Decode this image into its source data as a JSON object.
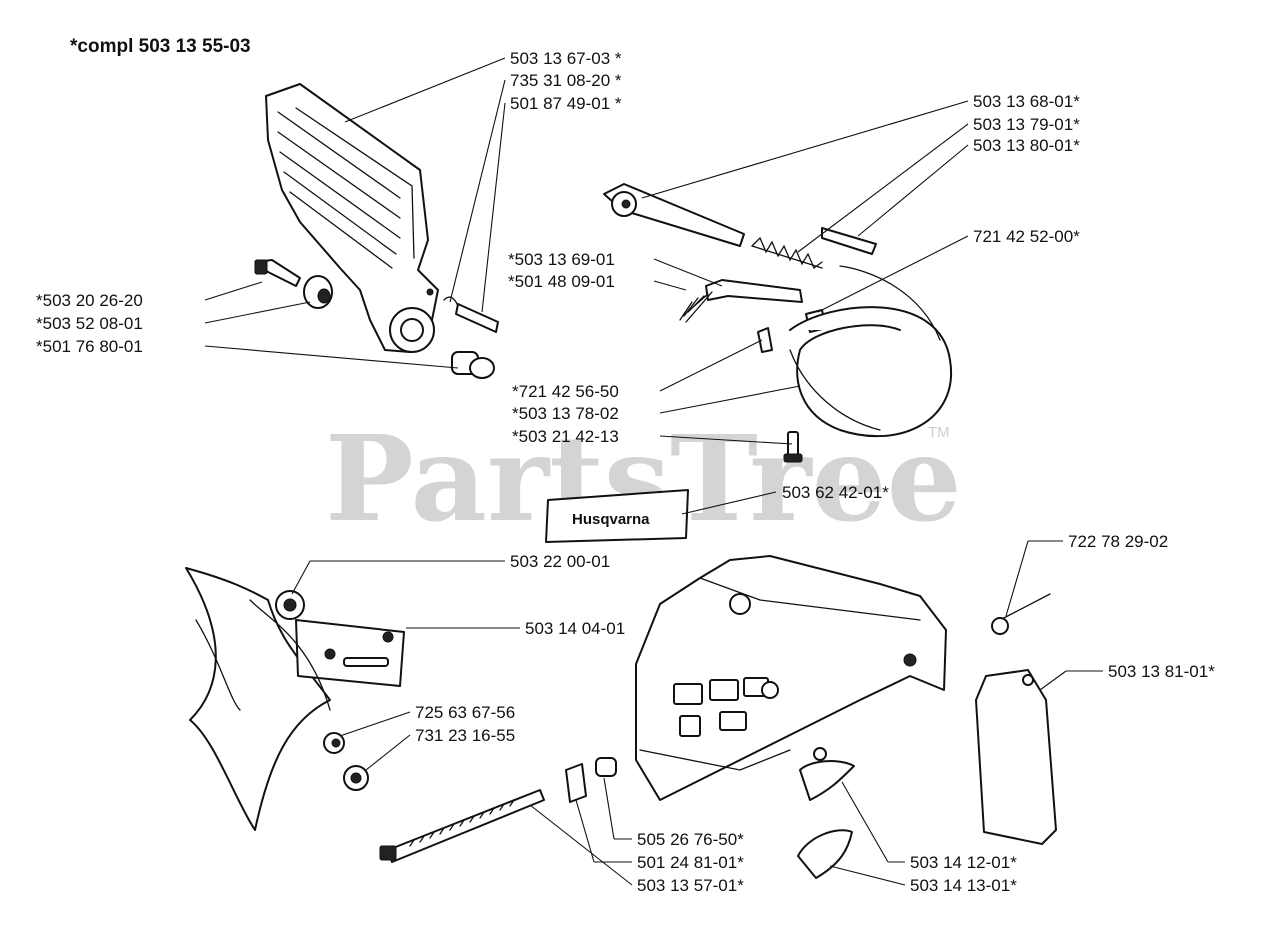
{
  "diagram": {
    "title": "*compl 503 13 55-03",
    "watermark": "PartsTree",
    "watermark_tm": "TM",
    "decal_brand": "Husqvarna",
    "labels": [
      "503 13 67-03 *",
      "735 31 08-20 *",
      "501 87 49-01 *",
      "503 13 68-01*",
      "503 13 79-01*",
      "503 13 80-01*",
      "*503 13 69-01",
      "*501 48 09-01",
      "721 42 52-00*",
      "*503 20 26-20",
      "*503 52 08-01",
      "*501 76 80-01",
      "*721 42 56-50",
      "*503 13 78-02",
      "*503 21 42-13",
      "503 62 42-01*",
      "503 22 00-01",
      "722 78 29-02",
      "503 14 04-01",
      "503 13 81-01*",
      "725 63 67-56",
      "731 23 16-55",
      "505 26 76-50*",
      "501 24 81-01*",
      "503 14 12-01*",
      "503 13 57-01*",
      "503 14 13-01*"
    ]
  },
  "colors": {
    "line": "#111111",
    "watermark": "#d4d4d4",
    "background": "#ffffff"
  }
}
